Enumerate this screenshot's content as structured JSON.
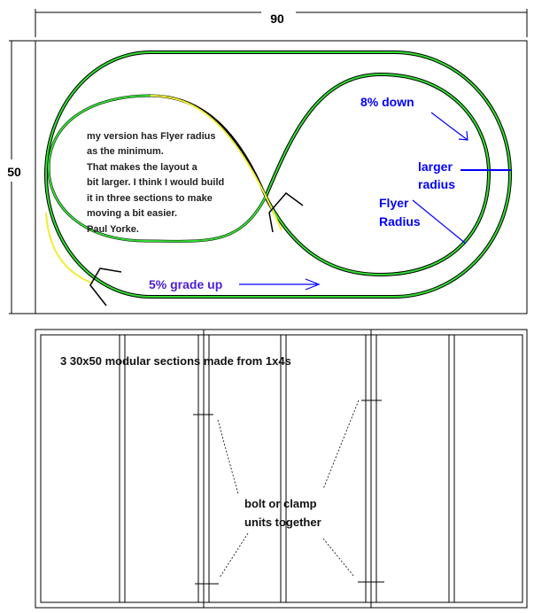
{
  "dimensions": {
    "width_label": "90",
    "height_label": "50"
  },
  "layout_plan": {
    "note_lines": [
      "my version has Flyer radius",
      "as the minimum.",
      "That makes the layout a",
      "bit larger.  I think I would build",
      "it in three sections to make",
      "moving a bit easier.",
      "Paul Yorke."
    ],
    "grade_down": "8% down",
    "grade_up": "5% grade up",
    "larger_radius": [
      "larger",
      "radius"
    ],
    "flyer_radius": [
      "Flyer",
      "Radius"
    ]
  },
  "sections_plan": {
    "title": "3  30x50 modular sections made from 1x4s",
    "clamp_note": [
      "bolt or clamp",
      "units together"
    ]
  },
  "colors": {
    "track": "#33dd33",
    "grade_track": "#eeee33",
    "annotation": "#0000ff",
    "lines": "#000000"
  }
}
